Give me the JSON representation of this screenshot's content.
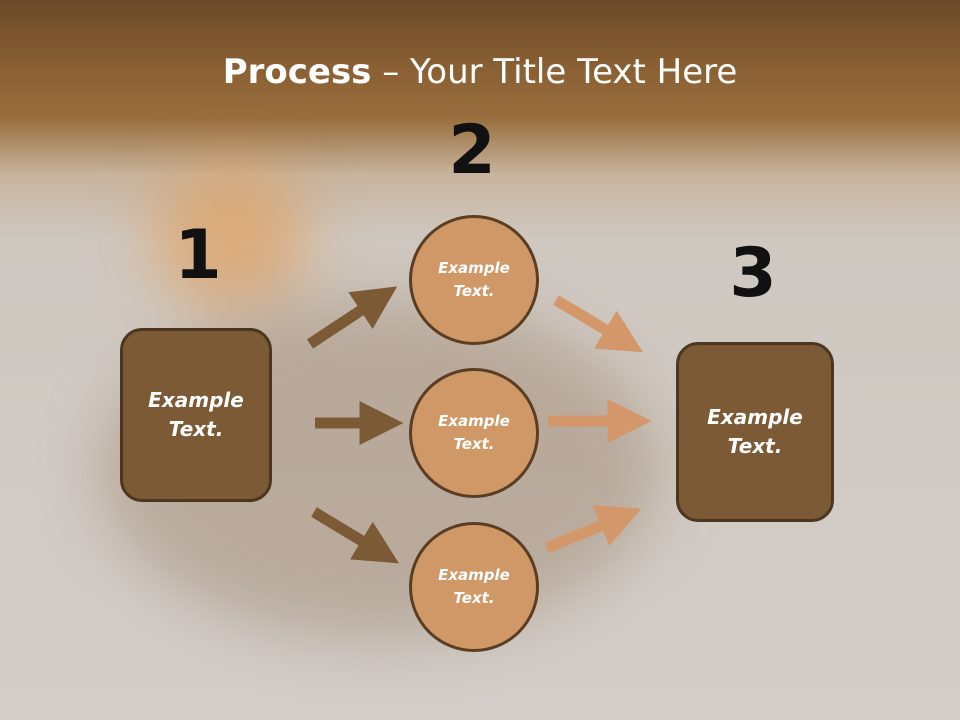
{
  "title": {
    "bold": "Process",
    "rest": " – Your Title Text Here"
  },
  "steps": {
    "n1": "1",
    "n2": "2",
    "n3": "3"
  },
  "left_box": {
    "line1": "Example",
    "line2": "Text."
  },
  "right_box": {
    "line1": "Example",
    "line2": "Text."
  },
  "circles": [
    {
      "line1": "Example",
      "line2": "Text."
    },
    {
      "line1": "Example",
      "line2": "Text."
    },
    {
      "line1": "Example",
      "line2": "Text."
    }
  ],
  "colors": {
    "dark_arrow": "#7b5a35",
    "light_arrow": "#d3976a",
    "circle_fill": "#cf9866",
    "box_fill": "#7b5a35"
  }
}
